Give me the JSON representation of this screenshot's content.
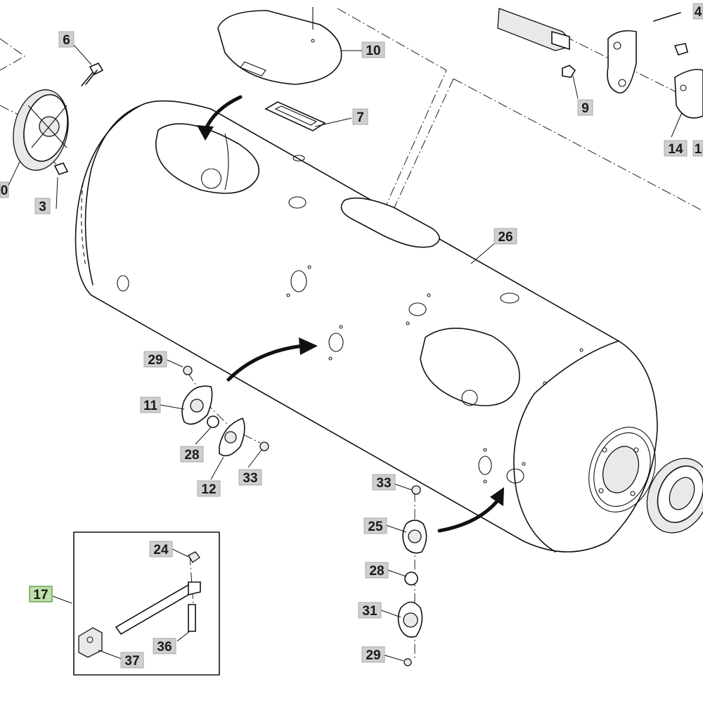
{
  "diagram": {
    "callouts": [
      {
        "id": "c6",
        "text": "6"
      },
      {
        "id": "c10",
        "text": "10"
      },
      {
        "id": "c7",
        "text": "7"
      },
      {
        "id": "c9",
        "text": "9"
      },
      {
        "id": "c14",
        "text": "14"
      },
      {
        "id": "c1",
        "text": "1"
      },
      {
        "id": "c4",
        "text": "4"
      },
      {
        "id": "c0",
        "text": "0"
      },
      {
        "id": "c3",
        "text": "3"
      },
      {
        "id": "c26",
        "text": "26"
      },
      {
        "id": "c29a",
        "text": "29"
      },
      {
        "id": "c11",
        "text": "11"
      },
      {
        "id": "c28a",
        "text": "28"
      },
      {
        "id": "c12",
        "text": "12"
      },
      {
        "id": "c33a",
        "text": "33"
      },
      {
        "id": "c33b",
        "text": "33"
      },
      {
        "id": "c25",
        "text": "25"
      },
      {
        "id": "c28b",
        "text": "28"
      },
      {
        "id": "c31",
        "text": "31"
      },
      {
        "id": "c29b",
        "text": "29"
      },
      {
        "id": "c17",
        "text": "17",
        "highlight": true
      },
      {
        "id": "c24",
        "text": "24"
      },
      {
        "id": "c36",
        "text": "36"
      },
      {
        "id": "c37",
        "text": "37"
      }
    ],
    "colors": {
      "line": "#111111",
      "label_box": "#cfcfcf",
      "label_box_highlight": "#bfe0a8"
    }
  }
}
